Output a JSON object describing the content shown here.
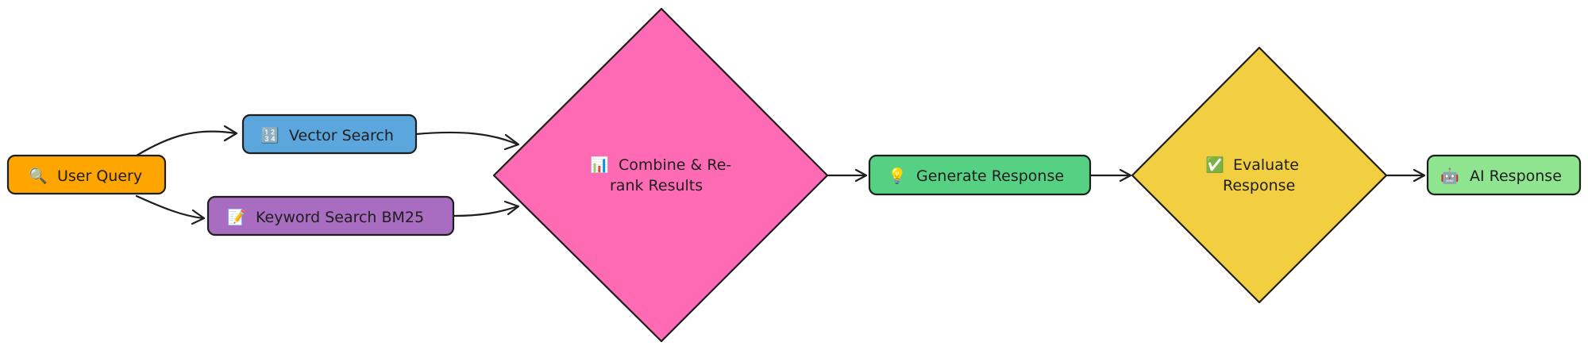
{
  "nodes": {
    "user_query": {
      "icon": "🔍",
      "icon_name": "magnifier-icon",
      "label": "User Query",
      "color": "#ffa500"
    },
    "vector_search": {
      "icon": "🔢",
      "icon_name": "numbers-icon",
      "label": "Vector Search",
      "color": "#5ba7dd"
    },
    "keyword_search": {
      "icon": "📝",
      "icon_name": "memo-icon",
      "label": "Keyword Search BM25",
      "color": "#a86cc1"
    },
    "combine": {
      "icon": "📊",
      "icon_name": "bar-chart-icon",
      "label_line1": "Combine & Re-",
      "label_line2": "rank Results",
      "color": "#ff6ab4"
    },
    "generate": {
      "icon": "💡",
      "icon_name": "lightbulb-icon",
      "label": "Generate Response",
      "color": "#56d184"
    },
    "evaluate": {
      "icon": "✅",
      "icon_name": "check-mark-icon",
      "label_line1": "Evaluate",
      "label_line2": "Response",
      "color": "#f2cf41"
    },
    "ai_response": {
      "icon": "🤖",
      "icon_name": "robot-icon",
      "label": "AI Response",
      "color": "#8fe58f"
    }
  },
  "edges": [
    {
      "from": "user_query",
      "to": "vector_search"
    },
    {
      "from": "user_query",
      "to": "keyword_search"
    },
    {
      "from": "vector_search",
      "to": "combine"
    },
    {
      "from": "keyword_search",
      "to": "combine"
    },
    {
      "from": "combine",
      "to": "generate"
    },
    {
      "from": "generate",
      "to": "evaluate"
    },
    {
      "from": "evaluate",
      "to": "ai_response"
    }
  ],
  "stroke_color": "#1e1e1e"
}
